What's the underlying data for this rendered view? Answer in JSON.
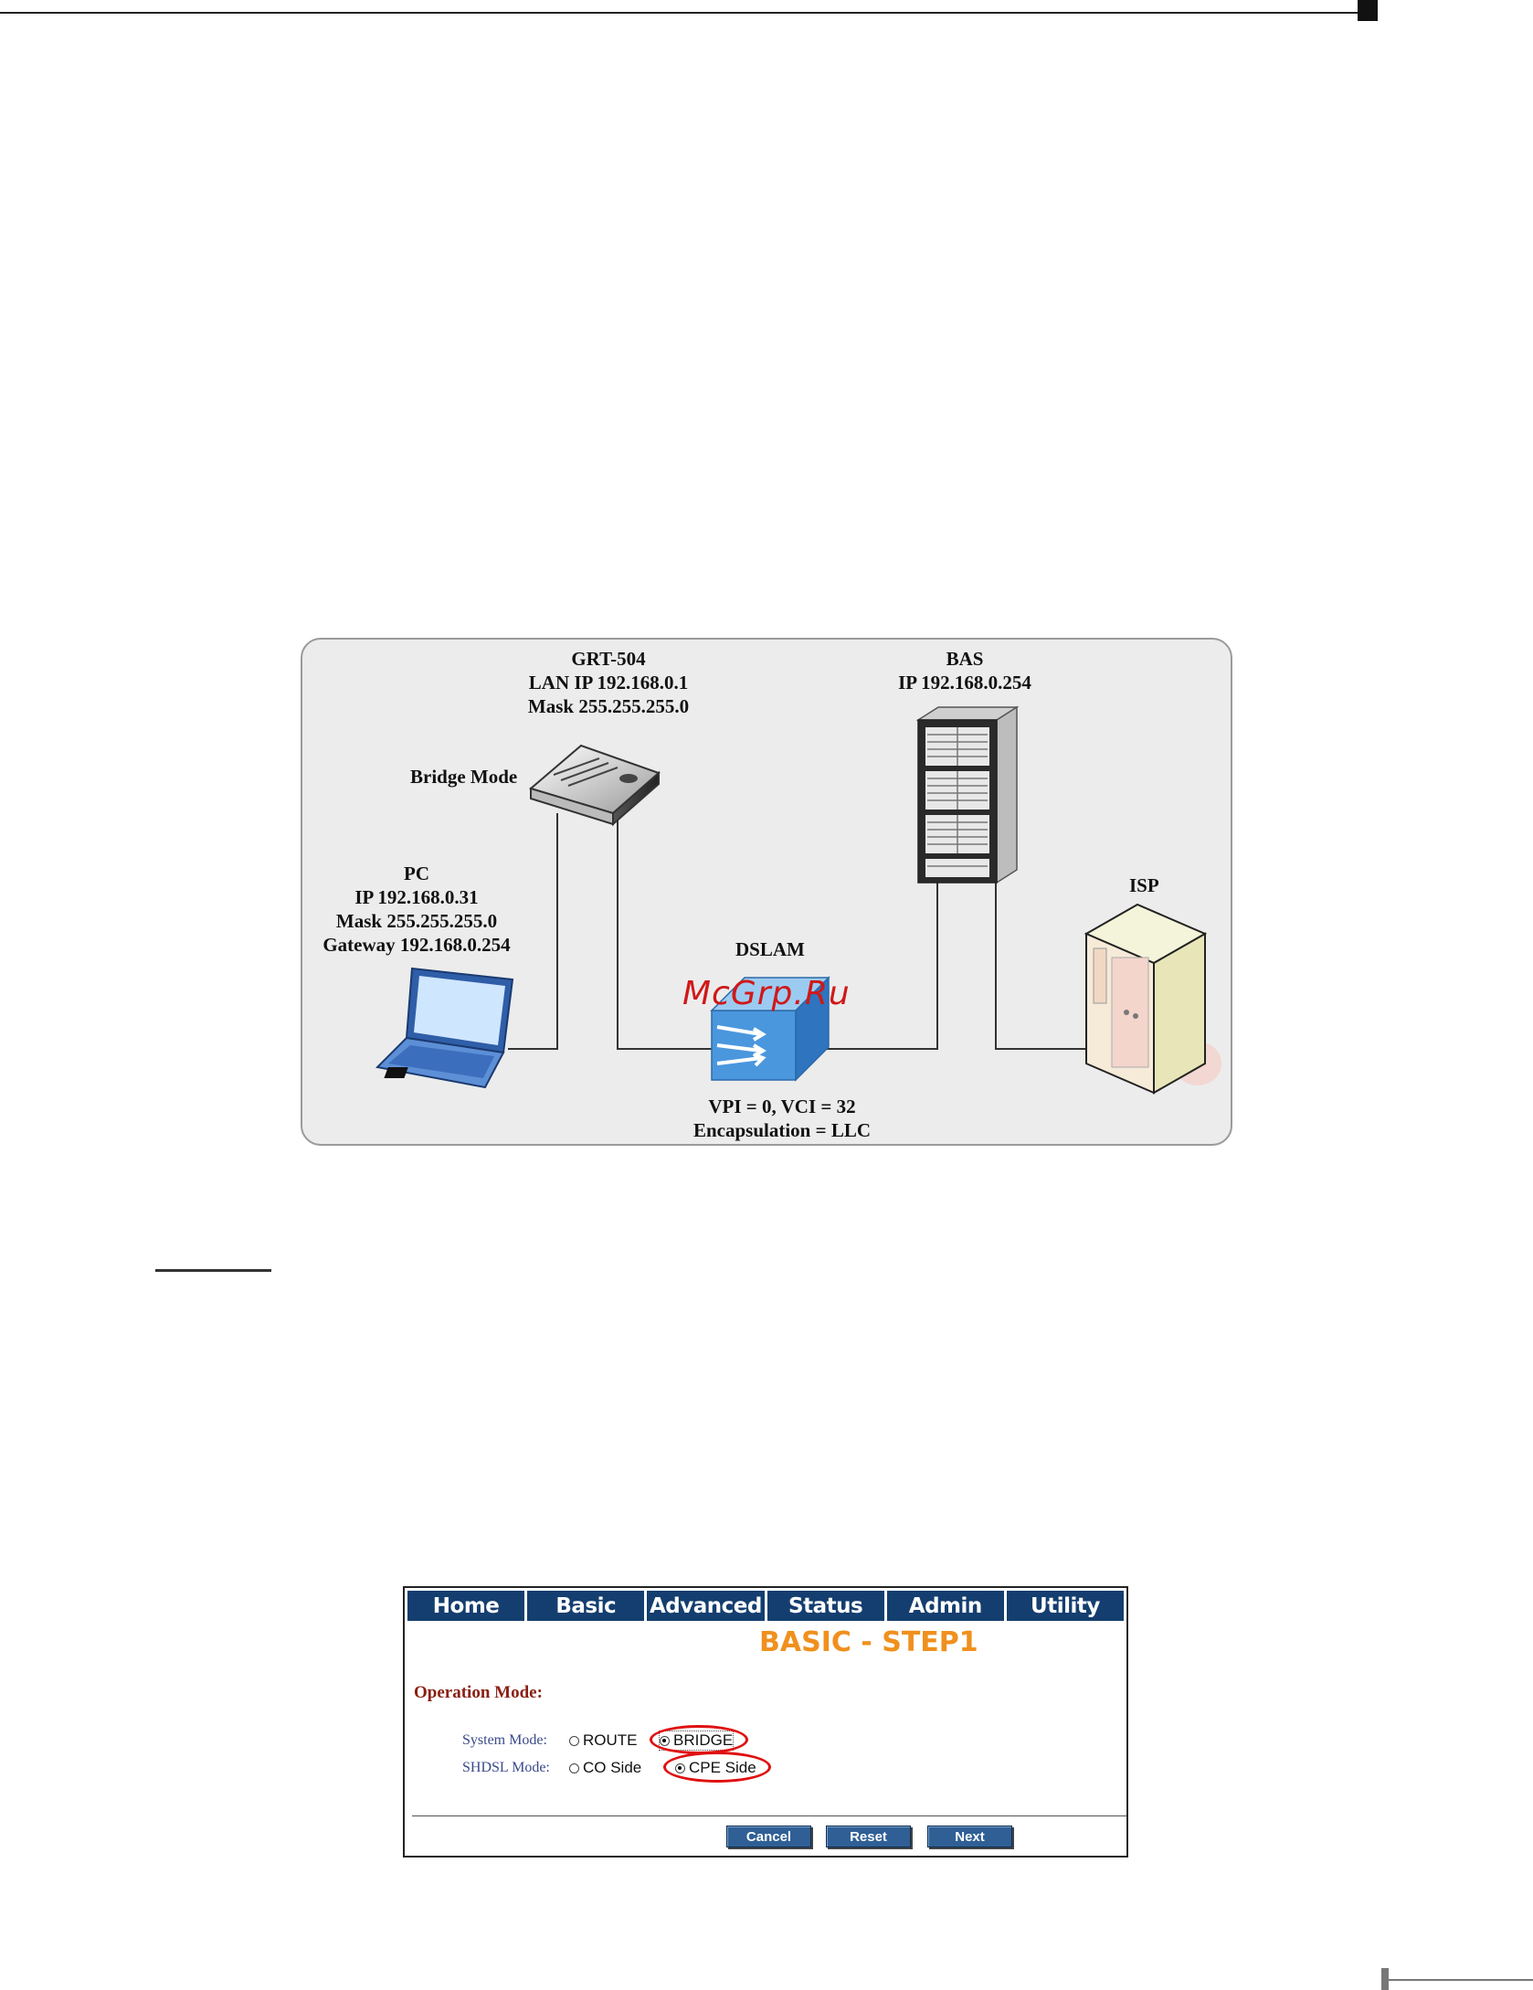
{
  "diagram": {
    "grt": {
      "name": "GRT-504",
      "lan_ip": "LAN IP 192.168.0.1",
      "mask": "Mask 255.255.255.0"
    },
    "bridge_mode": "Bridge Mode",
    "pc": {
      "name": "PC",
      "ip": "IP 192.168.0.31",
      "mask": "Mask 255.255.255.0",
      "gateway": "Gateway 192.168.0.254"
    },
    "bas": {
      "name": "BAS",
      "ip": "IP 192.168.0.254"
    },
    "isp": "ISP",
    "dslam": "DSLAM",
    "vpi_vci": "VPI = 0, VCI = 32",
    "encapsulation": "Encapsulation = LLC",
    "watermark": "McGrp.Ru"
  },
  "ui": {
    "tabs": [
      "Home",
      "Basic",
      "Advanced",
      "Status",
      "Admin",
      "Utility"
    ],
    "title": "BASIC - STEP1",
    "section": "Operation Mode:",
    "system_mode": {
      "label": "System Mode:",
      "options": [
        "ROUTE",
        "BRIDGE"
      ],
      "selected": "BRIDGE"
    },
    "shdsl_mode": {
      "label": "SHDSL Mode:",
      "options": [
        "CO Side",
        "CPE Side"
      ],
      "selected": "CPE Side"
    },
    "buttons": {
      "cancel": "Cancel",
      "reset": "Reset",
      "next": "Next"
    },
    "colors": {
      "nav": "#143e6f",
      "title": "#f0901e",
      "section": "#8a1f12",
      "highlight": "#e01010"
    }
  }
}
